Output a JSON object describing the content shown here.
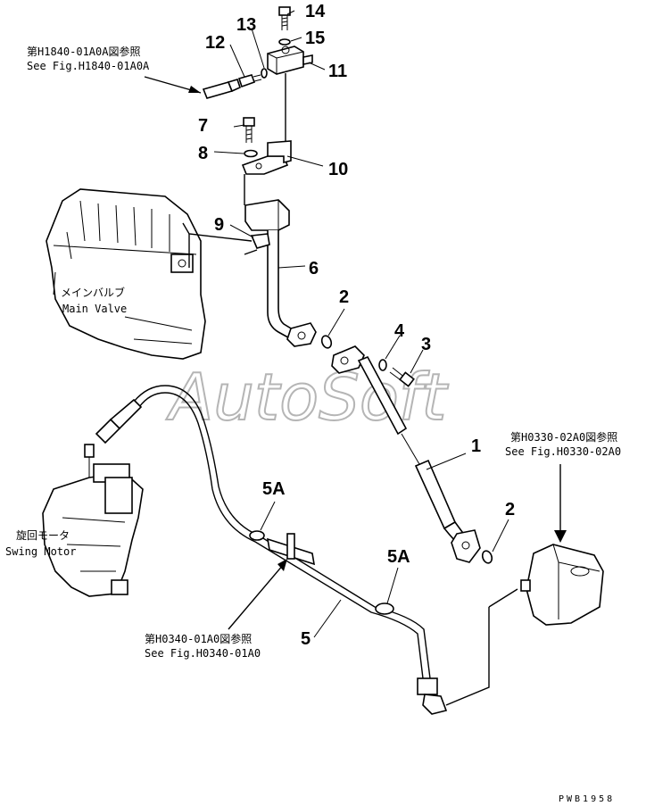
{
  "callouts": {
    "n1": "1",
    "n2a": "2",
    "n2b": "2",
    "n3": "3",
    "n4": "4",
    "n5": "5",
    "n5a_1": "5A",
    "n5a_2": "5A",
    "n6": "6",
    "n7": "7",
    "n8": "8",
    "n9": "9",
    "n10": "10",
    "n11": "11",
    "n12": "12",
    "n13": "13",
    "n14": "14",
    "n15": "15"
  },
  "refs": {
    "h1840_jp": "第H1840-01A0A図参照",
    "h1840_en": "See Fig.H1840-01A0A",
    "h0330_jp": "第H0330-02A0図参照",
    "h0330_en": "See Fig.H0330-02A0",
    "h0340_jp": "第H0340-01A0図参照",
    "h0340_en": "See Fig.H0340-01A0"
  },
  "components": {
    "main_valve_jp": "メインバルブ",
    "main_valve_en": "Main Valve",
    "swing_motor_jp": "旋回モータ",
    "swing_motor_en": "Swing Motor"
  },
  "watermark": "AutoSoft",
  "drawing_code": "PWB1958"
}
